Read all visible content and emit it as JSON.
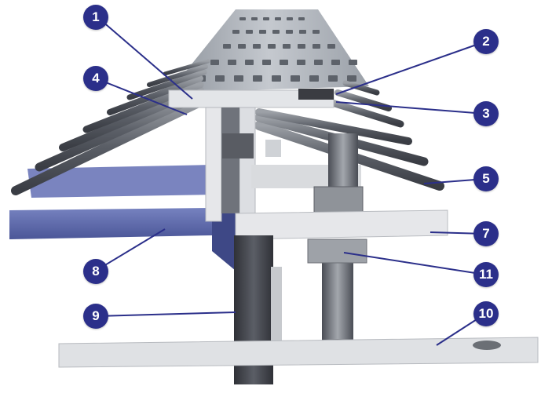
{
  "colors": {
    "callout_fill": "#2b2f8a",
    "leader_line": "#2b2f8a",
    "blue_steel": "#5c6ab0",
    "aluminium": "#c9ccd0",
    "dark_steel": "#3d3f45"
  },
  "callouts": [
    {
      "id": "1",
      "label": "1"
    },
    {
      "id": "2",
      "label": "2"
    },
    {
      "id": "3",
      "label": "3"
    },
    {
      "id": "4",
      "label": "4"
    },
    {
      "id": "5",
      "label": "5"
    },
    {
      "id": "7",
      "label": "7"
    },
    {
      "id": "8",
      "label": "8"
    },
    {
      "id": "9",
      "label": "9"
    },
    {
      "id": "10",
      "label": "10"
    },
    {
      "id": "11",
      "label": "11"
    }
  ]
}
